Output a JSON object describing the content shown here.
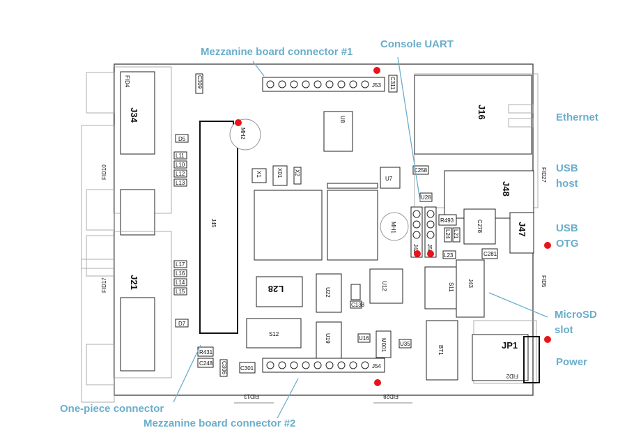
{
  "title": "Board component layout",
  "callouts": {
    "mezz1": "Mezzanine board connector #1",
    "uart": "Console UART",
    "ethernet": "Ethernet",
    "usb_host_1": "USB",
    "usb_host_2": "host",
    "usb_otg_1": "USB",
    "usb_otg_2": "OTG",
    "microsd_1": "MicroSD",
    "microsd_2": "slot",
    "power": "Power",
    "onepiece": "One-piece connector",
    "mezz2": "Mezzanine board connector #2"
  },
  "refs": {
    "J34": "J34",
    "J21": "J21",
    "J45": "J45",
    "J16": "J16",
    "J48": "J48",
    "J47": "J47",
    "J53": "J53",
    "J54": "J54",
    "U8": "U8",
    "U7": "U7",
    "U22": "U22",
    "U12": "U12",
    "U19": "U19",
    "S12": "S12",
    "S11": "S11",
    "J43": "J43",
    "BT1": "BT1",
    "JP1": "JP1",
    "L28": "L28",
    "MH1": "MH1",
    "MH2": "MH2",
    "C309": "C309",
    "C311": "C311",
    "C258": "C258",
    "R493": "R493",
    "C278": "C278",
    "C281": "C281",
    "R431": "R431",
    "C248": "C248",
    "C306": "C306",
    "C301": "C301",
    "J42": "J42",
    "J50": "J50",
    "D5": "D5",
    "D7": "D7",
    "L11": "L11",
    "L10": "L10",
    "L12": "L12",
    "L13": "L13",
    "L17": "L17",
    "L16": "L16",
    "L14": "L14",
    "L15": "L15",
    "X1": "X1",
    "X01": "X01",
    "X2": "X2",
    "U28": "U28",
    "L23": "L23",
    "L21": "L21",
    "L24": "L24",
    "C138": "C138",
    "U16": "U16",
    "U35": "U35",
    "M001": "M001",
    "FID4": "FID4",
    "FID10": "FID10",
    "FID17": "FID17",
    "FID13": "FID13",
    "FID28": "FID28",
    "FID27": "FID27",
    "FID5": "FID5",
    "FID2": "FID2"
  },
  "colors": {
    "callout": "#6aaecb",
    "marker": "#e8141a"
  }
}
